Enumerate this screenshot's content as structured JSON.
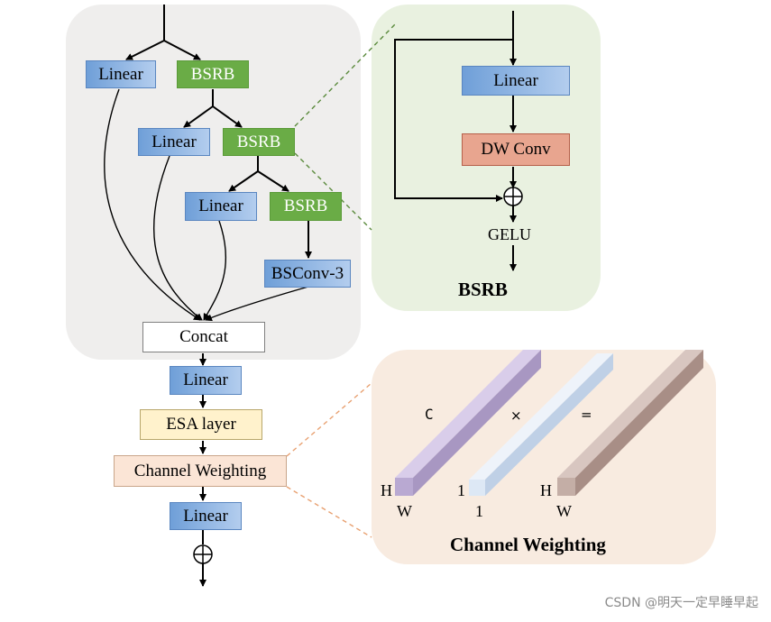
{
  "main": {
    "linear_1": "Linear",
    "bsrb_1": "BSRB",
    "linear_2": "Linear",
    "bsrb_2": "BSRB",
    "linear_3": "Linear",
    "bsrb_3": "BSRB",
    "bsconv": "BSConv-3",
    "concat": "Concat",
    "linear_4": "Linear",
    "esa": "ESA layer",
    "channel_weighting": "Channel Weighting",
    "linear_5": "Linear"
  },
  "bsrb_detail": {
    "linear": "Linear",
    "dwconv": "DW Conv",
    "gelu": "GELU",
    "title": "BSRB"
  },
  "cw_detail": {
    "c_label": "C",
    "times": "×",
    "equals": "=",
    "h_left": "H",
    "w_left": "W",
    "one_left": "1",
    "one_bottom": "1",
    "h_right": "H",
    "w_right": "W",
    "title": "Channel Weighting"
  },
  "watermark": "CSDN @明天一定早睡早起",
  "colors": {
    "linear_fill": "#8db4e2",
    "bsrb_fill": "#6aac46",
    "dwconv_fill": "#e8a58f",
    "esa_fill": "#fff2cc",
    "cw_fill": "#fbe5d6",
    "panel_grey": "#efeeed",
    "panel_green": "#e9f1e0",
    "panel_peach": "#f8ebe0",
    "bar_purple": "#c8b8dc",
    "bar_light_blue": "#dde8f5",
    "bar_mauve": "#c4aea6"
  }
}
